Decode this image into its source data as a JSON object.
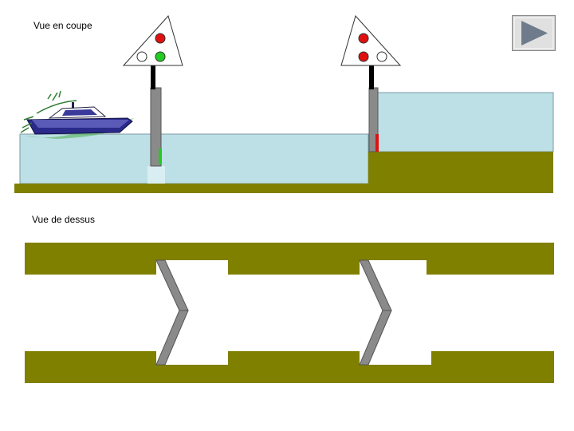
{
  "labels": {
    "cut_view": "Vue en coupe",
    "top_view": "Vue de dessus"
  },
  "colors": {
    "water": "#bde0e6",
    "earth": "#808000",
    "gate": "#8a8a8a",
    "gate_edge": "#555555",
    "signal_red": "#e01010",
    "signal_green": "#22cc22",
    "boat_hull": "#2a2a8a",
    "play_bg": "#d0d0d0",
    "play_arrow": "#6e7b8b"
  },
  "signals": [
    {
      "name": "signal-left",
      "lights": [
        "red",
        "off",
        "green"
      ]
    },
    {
      "name": "signal-right",
      "lights": [
        "red",
        "red",
        "off"
      ]
    }
  ],
  "icons": {
    "boat": "boat-icon",
    "play": "play-icon"
  }
}
